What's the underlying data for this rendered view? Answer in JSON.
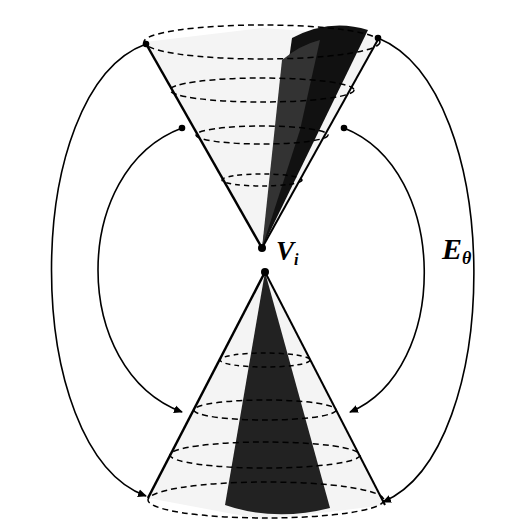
{
  "diagram": {
    "labels": [
      "V",
      "i",
      "E",
      "θ"
    ]
  }
}
